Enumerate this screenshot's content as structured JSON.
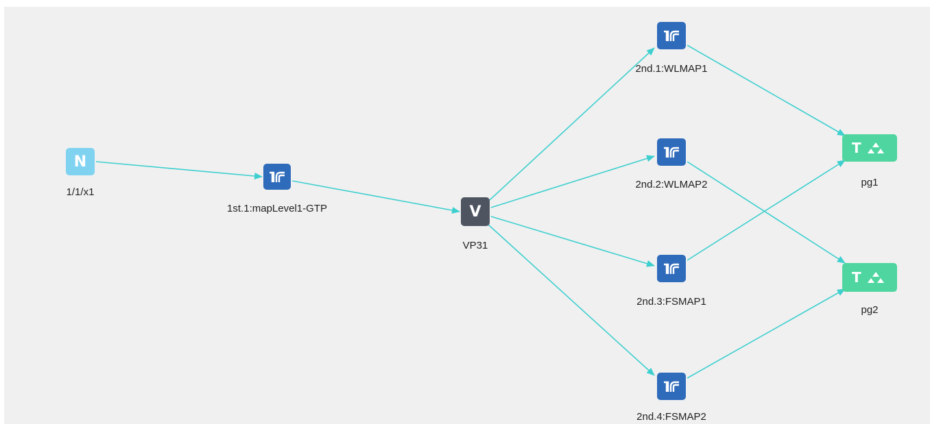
{
  "colors": {
    "edge": "#3ecfcf",
    "node_n": "#7fd3f1",
    "node_map": "#2f6bbb",
    "node_v": "#4e5561",
    "node_t": "#4fd6a0",
    "canvas": "#f0f0f0"
  },
  "nodes": {
    "n1": {
      "type": "N",
      "icon": "letter-n-icon",
      "glyph": "N",
      "label": "1/1/x1"
    },
    "m1": {
      "type": "map",
      "icon": "map-icon",
      "label": "1st.1:mapLevel1-GTP"
    },
    "vp": {
      "type": "V",
      "icon": "letter-v-icon",
      "glyph": "V",
      "label": "VP31"
    },
    "w1": {
      "type": "map",
      "icon": "map-icon",
      "label": "2nd.1:WLMAP1"
    },
    "w2": {
      "type": "map",
      "icon": "map-icon",
      "label": "2nd.2:WLMAP2"
    },
    "f1": {
      "type": "map",
      "icon": "map-icon",
      "label": "2nd.3:FSMAP1"
    },
    "f2": {
      "type": "map",
      "icon": "map-icon",
      "label": "2nd.4:FSMAP2"
    },
    "pg1": {
      "type": "T",
      "icon": "tool-group-icon",
      "glyph": "T",
      "label": "pg1"
    },
    "pg2": {
      "type": "T",
      "icon": "tool-group-icon",
      "glyph": "T",
      "label": "pg2"
    }
  },
  "edges": [
    {
      "from": "n1",
      "to": "m1"
    },
    {
      "from": "m1",
      "to": "vp"
    },
    {
      "from": "vp",
      "to": "w1"
    },
    {
      "from": "vp",
      "to": "w2"
    },
    {
      "from": "vp",
      "to": "f1"
    },
    {
      "from": "vp",
      "to": "f2"
    },
    {
      "from": "w1",
      "to": "pg1"
    },
    {
      "from": "f1",
      "to": "pg1"
    },
    {
      "from": "w2",
      "to": "pg2"
    },
    {
      "from": "f2",
      "to": "pg2"
    }
  ]
}
